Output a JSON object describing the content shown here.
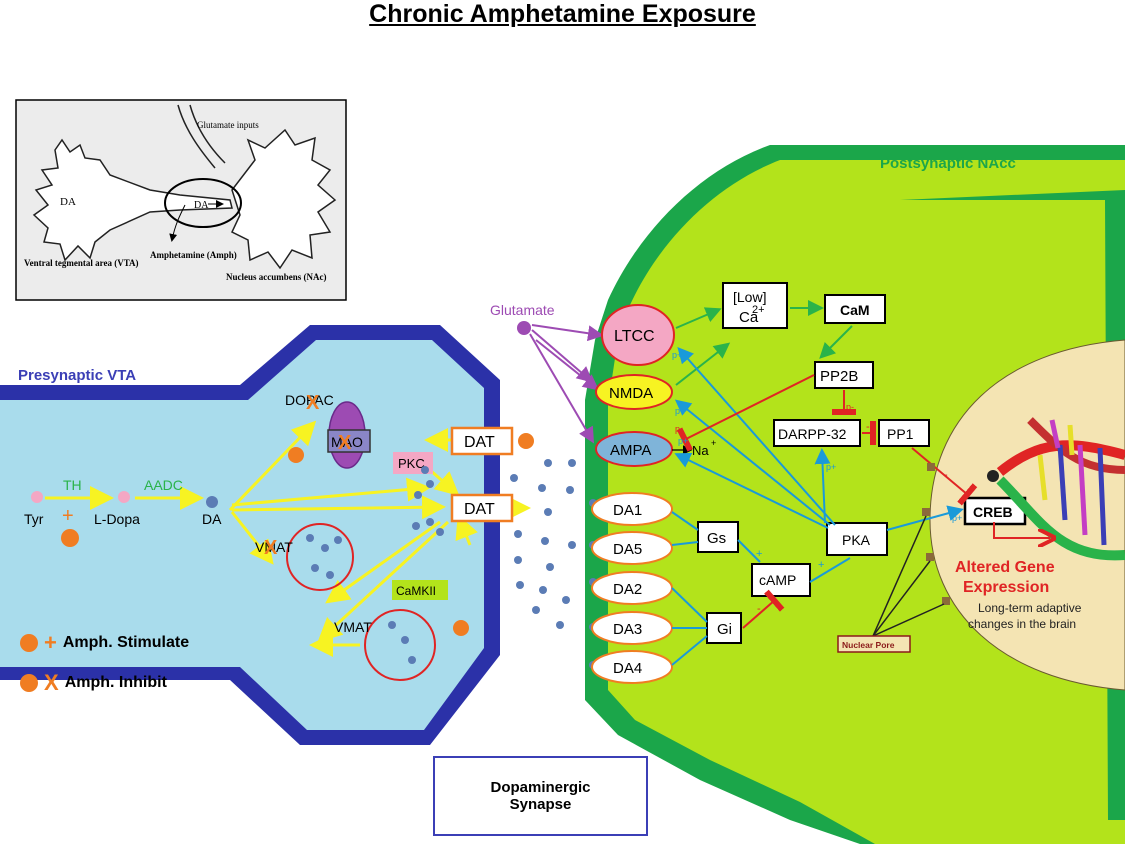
{
  "title": "Chronic Amphetamine Exposure",
  "inset": {
    "glutamate_inputs": "Glutamate inputs",
    "da_soma": "DA",
    "da_terminal": "DA",
    "vta": "Ventral tegmental area (VTA)",
    "amph": "Amphetamine (Amph)",
    "nacc": "Nucleus accumbens (NAc)"
  },
  "presynaptic": {
    "label": "Presynaptic VTA",
    "tyr": "Tyr",
    "th": "TH",
    "ldopa": "L-Dopa",
    "aadc": "AADC",
    "da": "DA",
    "dopac": "DOPAC",
    "mao": "MAO",
    "pkc": "PKC",
    "dat_top": "DAT",
    "dat_mid": "DAT",
    "vmat_1": "VMAT",
    "vmat_2": "VMAT",
    "camkii": "CaMKII"
  },
  "cleft": {
    "glutamate": "Glutamate"
  },
  "postsynaptic": {
    "label": "Postsynaptic NAcc",
    "ltcc": "LTCC",
    "nmda": "NMDA",
    "ampa": "AMPA",
    "na": "Na",
    "na_sup": "+",
    "da1": "DA1",
    "da5": "DA5",
    "da2": "DA2",
    "da3": "DA3",
    "da4": "DA4",
    "low": "[Low]",
    "ca": "Ca",
    "ca_sup": "2+",
    "cam": "CaM",
    "pp2b": "PP2B",
    "darpp": "DARPP-32",
    "pp1": "PP1",
    "gs": "Gs",
    "gi": "Gi",
    "camp": "cAMP",
    "pka": "PKA",
    "creb": "CREB",
    "altered1": "Altered Gene",
    "altered2": "Expression",
    "longterm1": "Long-term adaptive",
    "longterm2": "changes in the brain",
    "nuclear_pore": "Nuclear Pore",
    "p_plus": "p+",
    "p_minus": "p-",
    "plus": "+",
    "minus": "-"
  },
  "legend": {
    "stimulate_symbol": "+",
    "stimulate": "Amph. Stimulate",
    "inhibit_symbol": "X",
    "inhibit": "Amph. Inhibit"
  },
  "synapse_box": "Dopaminergic\nSynapse",
  "colors": {
    "presynaptic_fill": "#a9dcec",
    "presynaptic_membrane": "#2b31a8",
    "postsynaptic_fill": "#b3e31b",
    "postsynaptic_membrane": "#1ba64a",
    "nucleus_fill": "#f4e4b3",
    "amph_orange": "#f07d22",
    "arrow_yellow": "#f7f322",
    "arrow_blue": "#1a9ad9",
    "arrow_green": "#2ab34a",
    "arrow_purple": "#9d4bb3",
    "inhibit_red": "#e02424",
    "vesicle": "#5b7cb5"
  }
}
